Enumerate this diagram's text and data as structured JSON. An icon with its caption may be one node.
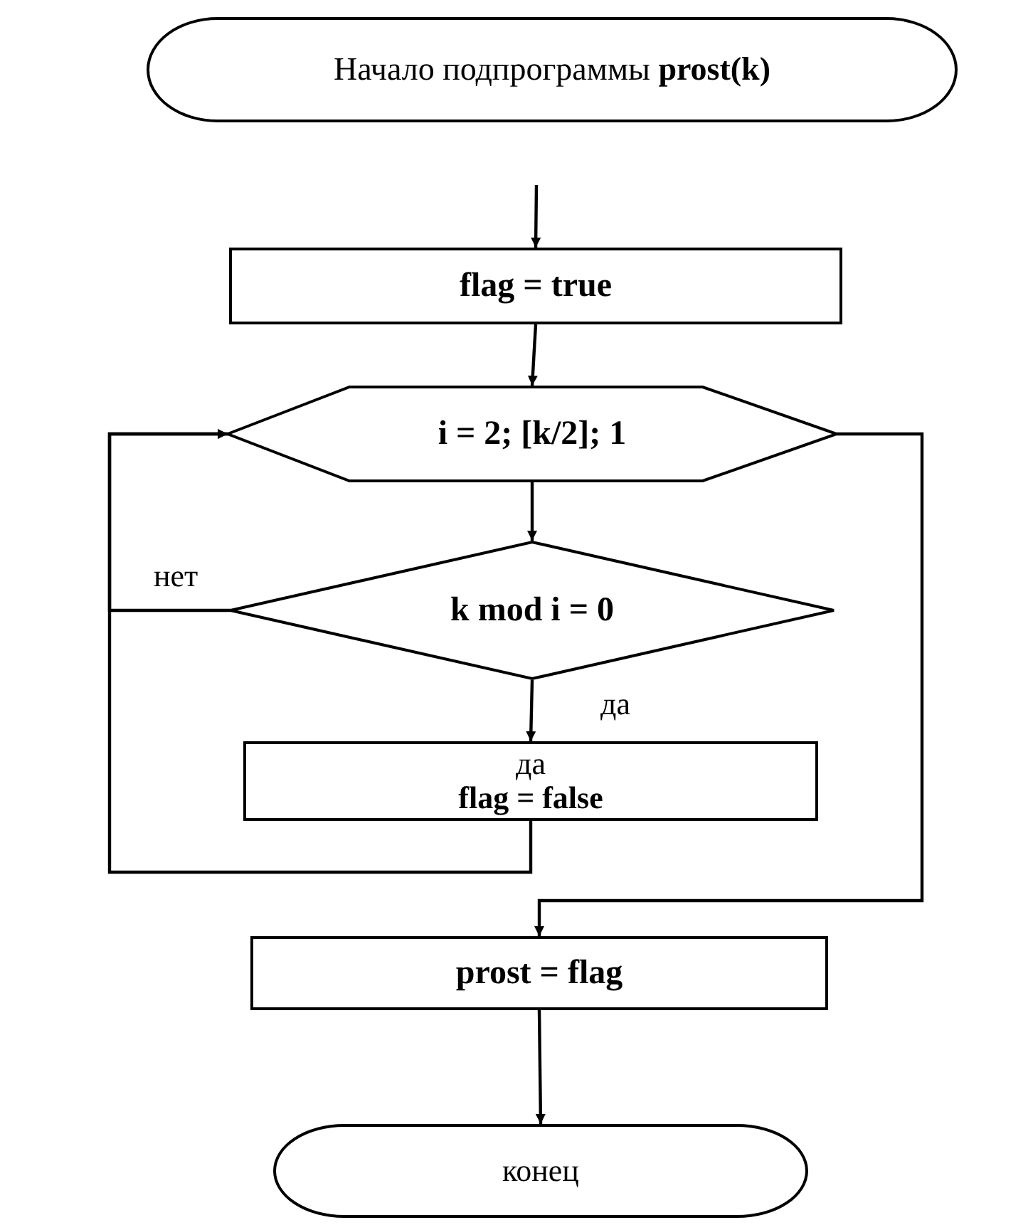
{
  "diagram": {
    "nodes": [
      {
        "text": [
          "Начало подпрограммы **prost(k)**"
        ]
      },
      {
        "text": [
          "flag = true"
        ]
      },
      {
        "text": [
          "i = 2; [k/2]; 1"
        ]
      },
      {
        "text": [
          "k mod i = 0"
        ]
      },
      {
        "text": [
          "да",
          "flag = false"
        ]
      },
      {
        "text": [
          "prost = flag"
        ]
      },
      {
        "text": [
          "конец"
        ]
      }
    ],
    "edges": [
      {
        "from": null,
        "to": 1,
        "arrow": "to"
      },
      {
        "from": 1,
        "to": 2,
        "arrow": "to"
      },
      {
        "from": 2,
        "to": 3,
        "arrow": "to"
      },
      {
        "from": 3,
        "to": 2,
        "arrow": "to",
        "label": "нет"
      },
      {
        "from": 3,
        "to": 4,
        "arrow": "to",
        "label": "да"
      },
      {
        "from": 4,
        "to": 2,
        "arrow": "to"
      },
      {
        "from": 2,
        "to": 5,
        "arrow": "to"
      },
      {
        "from": 5,
        "to": 6,
        "arrow": "to"
      }
    ]
  }
}
